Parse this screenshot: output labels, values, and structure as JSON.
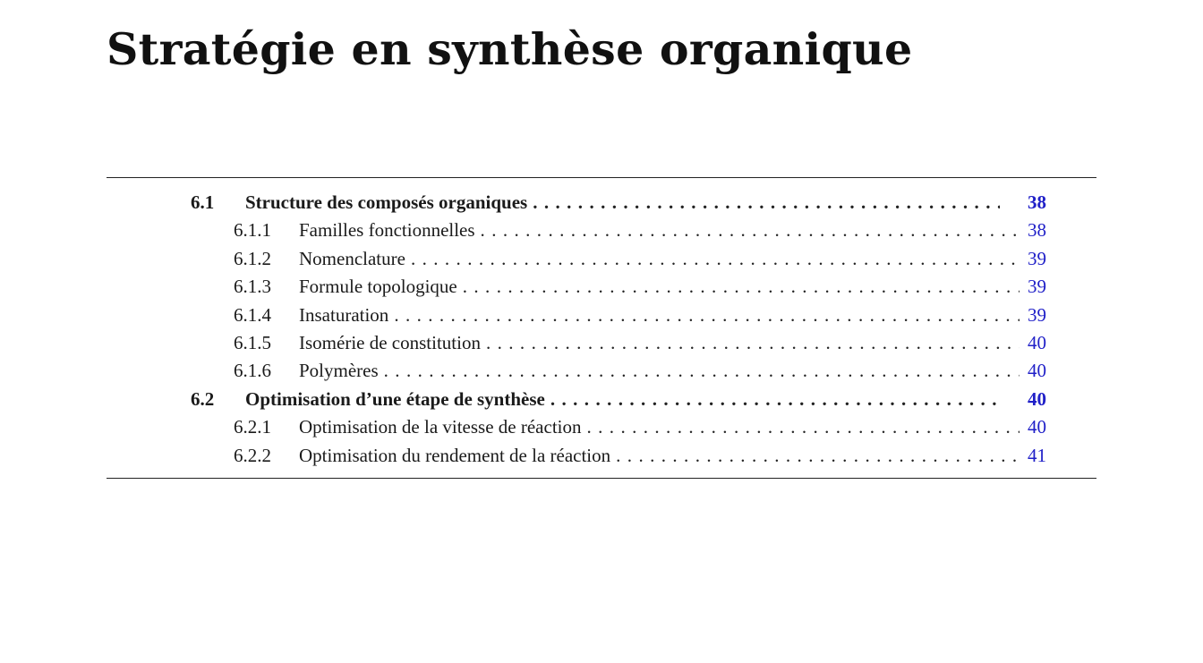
{
  "chapter": {
    "title": "Stratégie en synthèse organique"
  },
  "toc": {
    "link_color": "#2020c8",
    "entries": [
      {
        "level": "section",
        "number": "6.1",
        "title": "Structure des composés organiques",
        "page": "38"
      },
      {
        "level": "subsection",
        "number": "6.1.1",
        "title": "Familles fonctionnelles",
        "page": "38"
      },
      {
        "level": "subsection",
        "number": "6.1.2",
        "title": "Nomenclature",
        "page": "39"
      },
      {
        "level": "subsection",
        "number": "6.1.3",
        "title": "Formule topologique",
        "page": "39"
      },
      {
        "level": "subsection",
        "number": "6.1.4",
        "title": "Insaturation",
        "page": "39"
      },
      {
        "level": "subsection",
        "number": "6.1.5",
        "title": "Isomérie de constitution",
        "page": "40"
      },
      {
        "level": "subsection",
        "number": "6.1.6",
        "title": "Polymères",
        "page": "40"
      },
      {
        "level": "section",
        "number": "6.2",
        "title": "Optimisation d’une étape de synthèse",
        "page": "40"
      },
      {
        "level": "subsection",
        "number": "6.2.1",
        "title": "Optimisation de la vitesse de réaction",
        "page": "40"
      },
      {
        "level": "subsection",
        "number": "6.2.2",
        "title": "Optimisation du rendement de la réaction",
        "page": "41"
      }
    ]
  }
}
